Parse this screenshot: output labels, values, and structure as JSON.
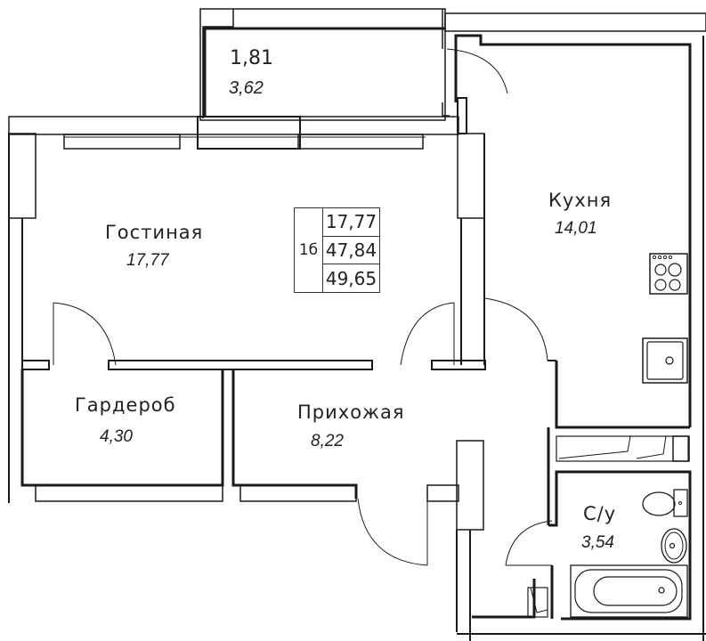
{
  "plan": {
    "rooms": [
      {
        "id": "balcony",
        "name": "",
        "area_primary": "1,81",
        "area_secondary": "3,62"
      },
      {
        "id": "living",
        "name": "Гостиная",
        "area": "17,77"
      },
      {
        "id": "kitchen",
        "name": "Кухня",
        "area": "14,01"
      },
      {
        "id": "wardrobe",
        "name": "Гардероб",
        "area": "4,30"
      },
      {
        "id": "hallway",
        "name": "Прихожая",
        "area": "8,22"
      },
      {
        "id": "bathroom",
        "name": "С/у",
        "area": "3,54"
      }
    ],
    "summary": {
      "code": "1б",
      "living_area": "17,77",
      "total_area": "47,84",
      "total_with_balcony": "49,65"
    },
    "colors": {
      "wall": "#1a1a1a",
      "background": "#ffffff"
    }
  }
}
